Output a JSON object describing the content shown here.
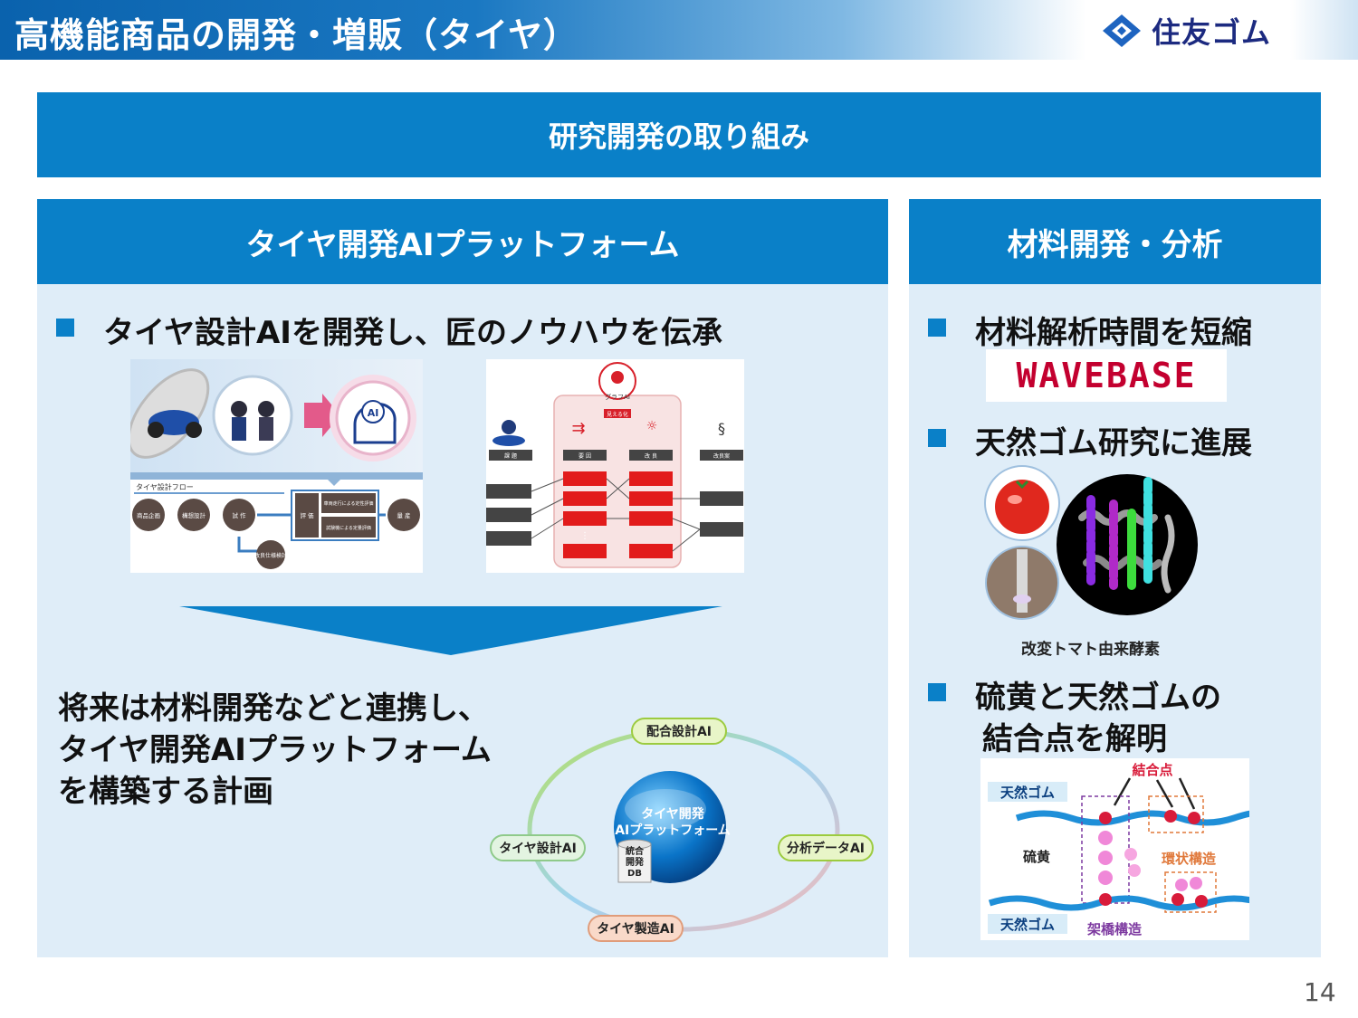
{
  "header": {
    "title": "高機能商品の開発・増販（タイヤ）",
    "logo_text": "住友ゴム"
  },
  "main_banner": "研究開発の取り組み",
  "left": {
    "banner": "タイヤ開発AIプラットフォーム",
    "bullet": "タイヤ設計AIを開発し、匠のノウハウを伝承",
    "flow_image": {
      "title": "タイヤ設計フロー",
      "steps": [
        "商品企画",
        "構想設計",
        "試 作",
        "評 価",
        "量 産"
      ],
      "eval_items": [
        "車両走行による定性評価",
        "試験機による定量評価"
      ],
      "feedback": "改良仕様検討",
      "ai_label": "AI"
    },
    "graph_ai_image": {
      "badge": "グラフAI",
      "visualize": "見える化",
      "columns": [
        "課 題",
        "要 因",
        "改 良",
        "改良案"
      ]
    },
    "plan_text": "将来は材料開発などと連携し、\nタイヤ開発AIプラットフォーム\nを構築する計画",
    "cycle": {
      "center_line1": "タイヤ開発",
      "center_line2": "AIプラットフォーム",
      "db_label": "統合\n開発\nDB",
      "db_line1": "統合",
      "db_line2": "開発",
      "db_line3": "DB",
      "nodes": [
        "配合設計AI",
        "分析データAI",
        "タイヤ製造AI",
        "タイヤ設計AI"
      ]
    }
  },
  "right": {
    "banner": "材料開発・分析",
    "bullet1": "材料解析時間を短縮",
    "wavebase_logo": "WAVEBASE",
    "bullet2": "天然ゴム研究に進展",
    "enzyme_caption": "改変トマト由来酵素",
    "bullet3_line1": "硫黄と天然ゴムの",
    "bullet3_line2": "結合点を解明",
    "crosslink": {
      "label_point": "結合点",
      "label_rubber": "天然ゴム",
      "label_sulfur": "硫黄",
      "label_ring": "環状構造",
      "label_crosslink": "架橋構造"
    }
  },
  "page_number": "14",
  "colors": {
    "primary_blue": "#0a80c8",
    "panel_bg": "#dfedf8",
    "header_blue": "#0a62ad",
    "logo_navy": "#1c2a80",
    "wavebase_red": "#c3002f"
  }
}
